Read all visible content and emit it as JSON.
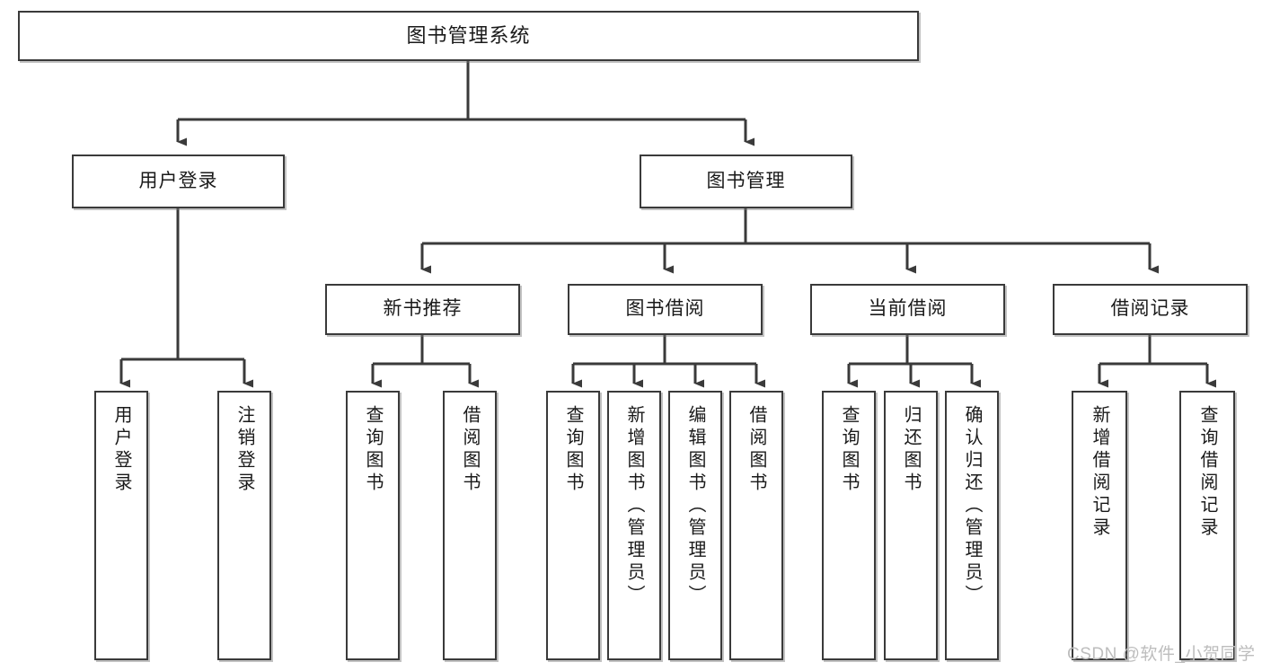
{
  "diagram": {
    "title": "图书管理系统",
    "type": "tree",
    "orientation": "top-down",
    "colors": {
      "box_border": "#3a3a3a",
      "box_fill": "#ffffff",
      "edge": "#3a3a3a",
      "text": "#1a1a1a",
      "watermark": "#bdbdbd"
    },
    "root": {
      "id": "root",
      "label": "图书管理系统"
    },
    "level2": [
      {
        "id": "user-login",
        "label": "用户登录"
      },
      {
        "id": "book-manage",
        "label": "图书管理"
      }
    ],
    "level3": [
      {
        "id": "new-book-recommend",
        "label": "新书推荐",
        "parent": "book-manage"
      },
      {
        "id": "book-borrow",
        "label": "图书借阅",
        "parent": "book-manage"
      },
      {
        "id": "current-borrow",
        "label": "当前借阅",
        "parent": "book-manage"
      },
      {
        "id": "borrow-record",
        "label": "借阅记录",
        "parent": "book-manage"
      }
    ],
    "leaves": [
      {
        "id": "leaf-user-login",
        "label": "用户登录",
        "parent": "user-login"
      },
      {
        "id": "leaf-user-logout",
        "label": "注销登录",
        "parent": "user-login"
      },
      {
        "id": "leaf-query-book-1",
        "label": "查询图书",
        "parent": "new-book-recommend"
      },
      {
        "id": "leaf-borrow-book-1",
        "label": "借阅图书",
        "parent": "new-book-recommend"
      },
      {
        "id": "leaf-query-book-2",
        "label": "查询图书",
        "parent": "book-borrow"
      },
      {
        "id": "leaf-add-book",
        "label": "新增图书（管理员）",
        "parent": "book-borrow"
      },
      {
        "id": "leaf-edit-book",
        "label": "编辑图书（管理员）",
        "parent": "book-borrow"
      },
      {
        "id": "leaf-borrow-book-2",
        "label": "借阅图书",
        "parent": "book-borrow"
      },
      {
        "id": "leaf-query-book-3",
        "label": "查询图书",
        "parent": "current-borrow"
      },
      {
        "id": "leaf-return-book",
        "label": "归还图书",
        "parent": "current-borrow"
      },
      {
        "id": "leaf-confirm-return",
        "label": "确认归还（管理员）",
        "parent": "current-borrow"
      },
      {
        "id": "leaf-add-record",
        "label": "新增借阅记录",
        "parent": "borrow-record"
      },
      {
        "id": "leaf-query-record",
        "label": "查询借阅记录",
        "parent": "borrow-record"
      }
    ]
  },
  "watermark": {
    "text": "CSDN @软件_小贺同学"
  }
}
